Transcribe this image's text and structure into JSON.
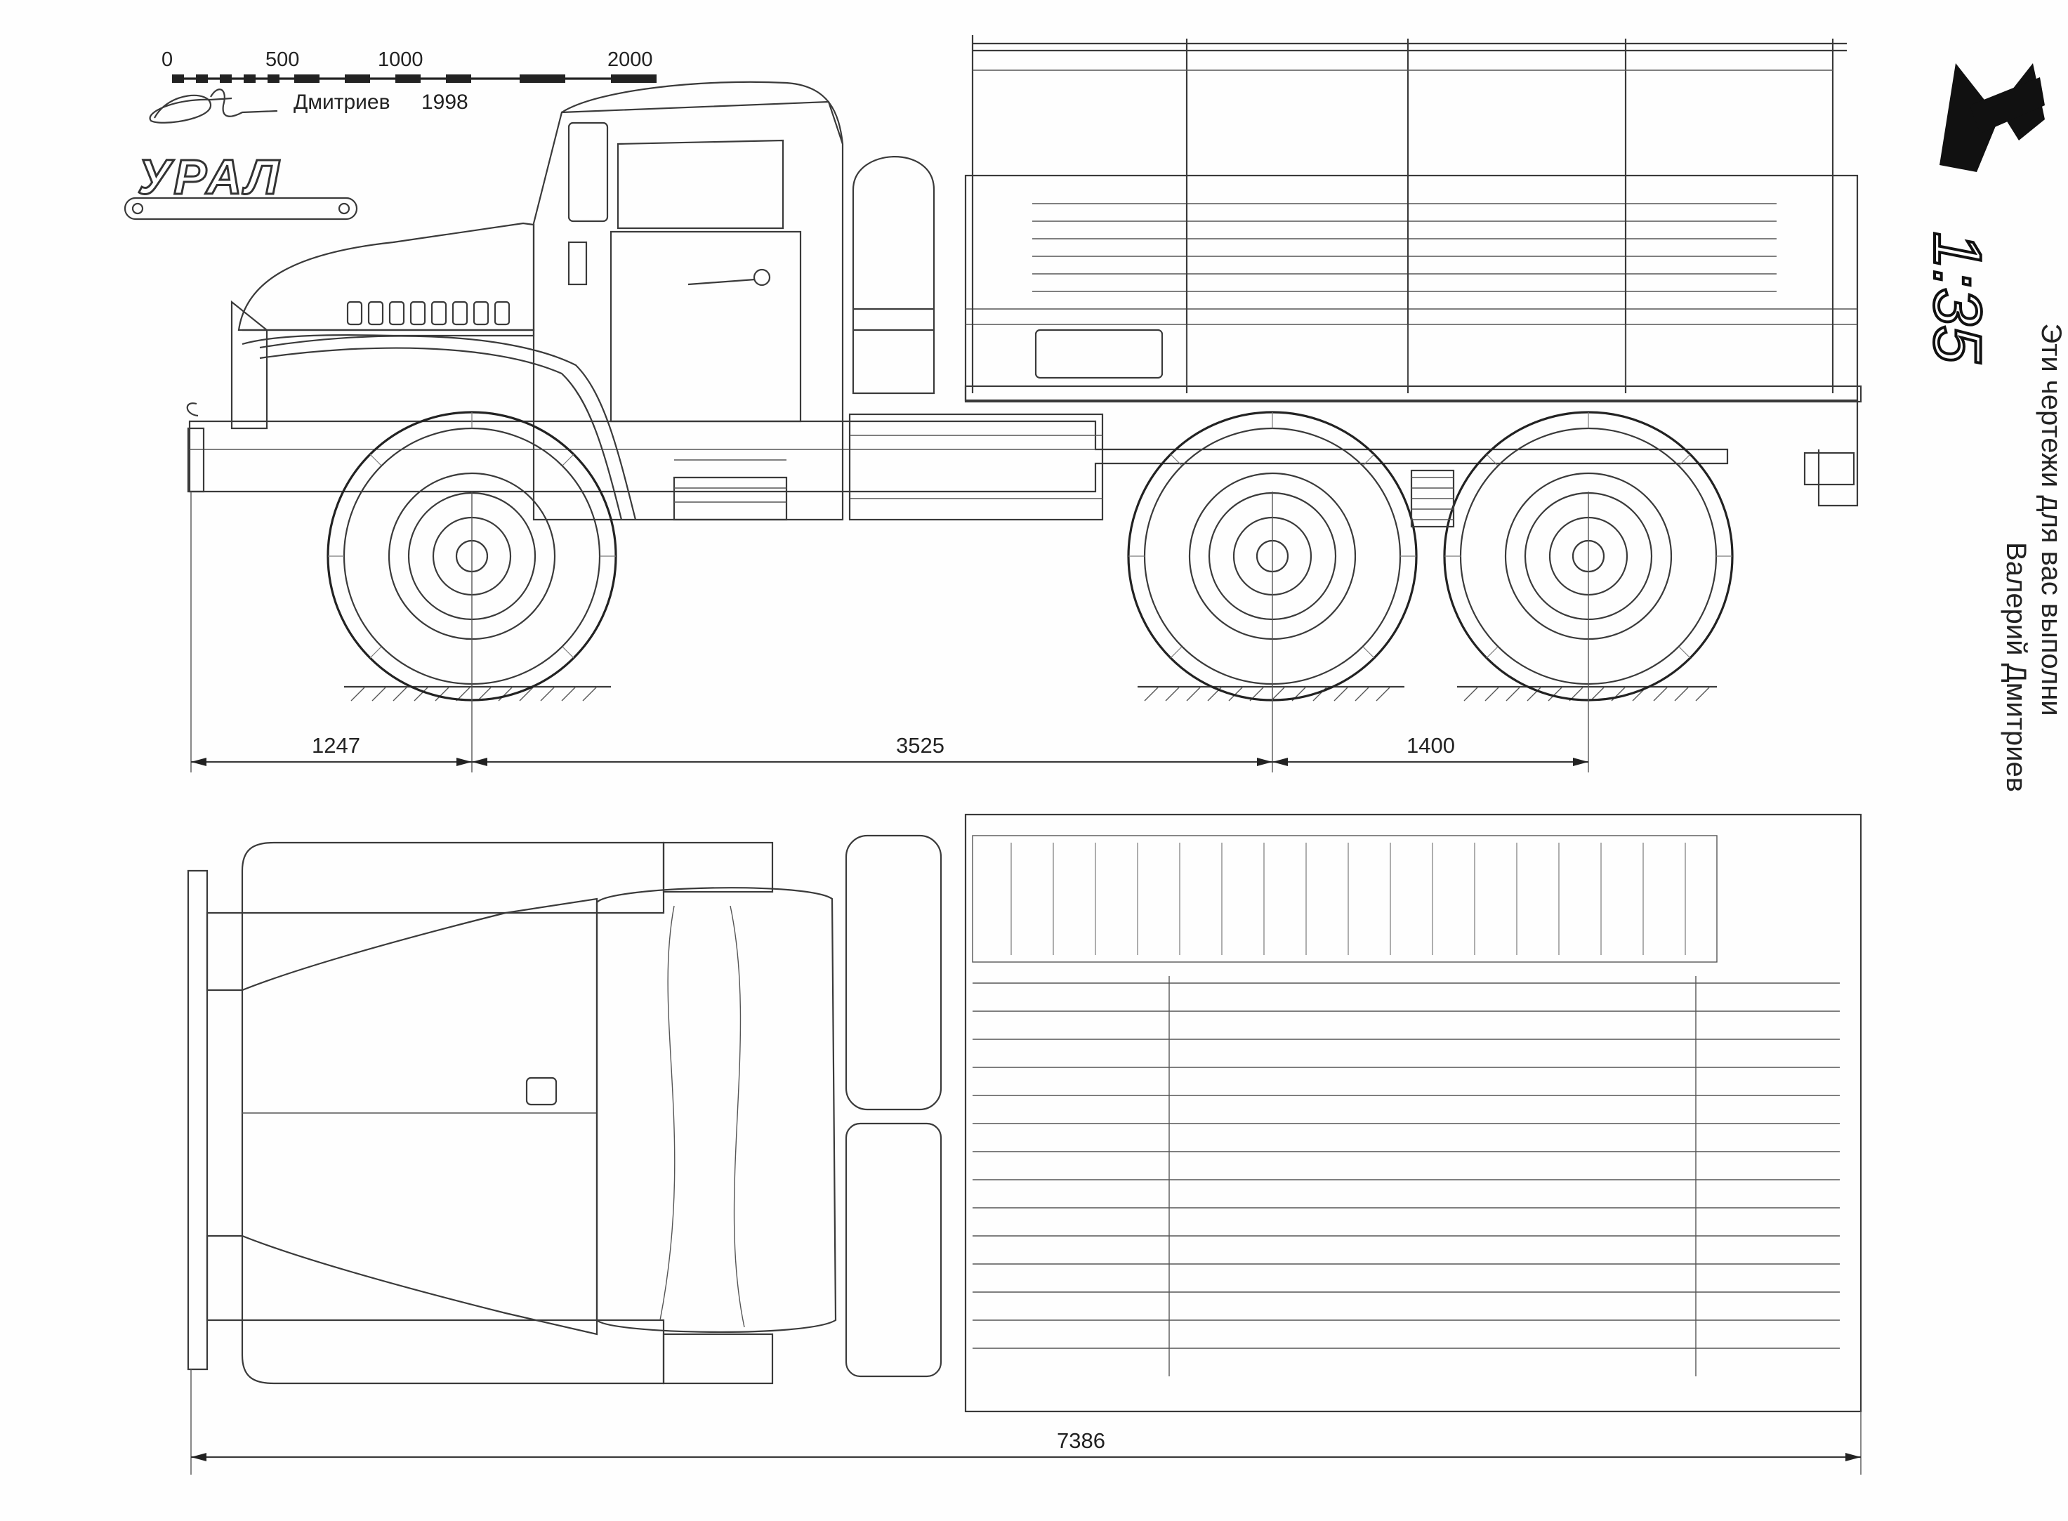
{
  "scale_bar": {
    "ticks": [
      "0",
      "500",
      "1000",
      "2000"
    ]
  },
  "author_line": {
    "name": "Дмитриев",
    "year": "1998"
  },
  "brand": "УРАЛ",
  "magazine": {
    "logo_name": "M-logo",
    "scale": "1:35"
  },
  "credit": {
    "line1": "Эти чертежи для вас выполни",
    "line2": "Валерий Дмитриев"
  },
  "dimensions": {
    "front_overhang": "1247",
    "wheelbase": "3525",
    "rear_axle_spacing": "1400",
    "overall_length": "7386"
  },
  "colors": {
    "line": "#3a3a3a",
    "paper": "#fefefe",
    "logo": "#111111"
  }
}
